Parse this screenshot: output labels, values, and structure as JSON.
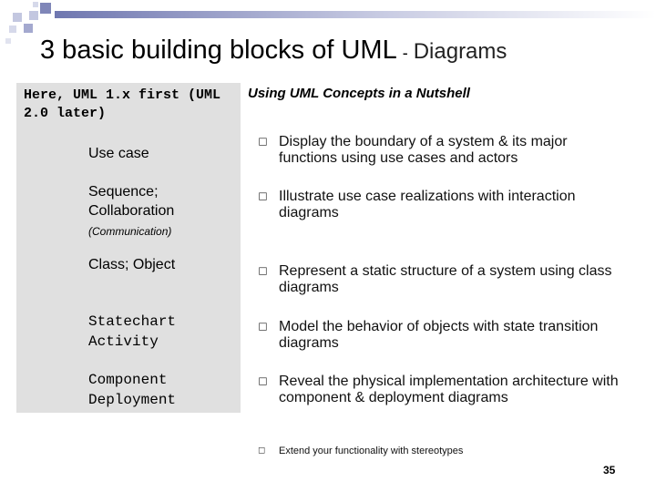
{
  "slide": {
    "title": "3 basic building blocks of UML",
    "title_dash": "-",
    "title_sub": "Diagrams",
    "left_header": "Here, UML 1.x first (UML 2.0 later)",
    "right_header": "Using UML Concepts in a Nutshell",
    "page_number": "35"
  },
  "rows": [
    {
      "term": "Use case",
      "description": "Display the boundary of a system & its major functions using use cases and actors"
    },
    {
      "term": "Sequence; Collaboration",
      "note": "(Communication)",
      "description": "Illustrate use case realizations with interaction diagrams"
    },
    {
      "term": "Class; Object",
      "description": "Represent a static structure of a system using class diagrams"
    },
    {
      "term": "Statechart Activity",
      "description": "Model the behavior of objects with state transition diagrams"
    },
    {
      "term": "Component Deployment",
      "description": "Reveal the physical implementation architecture with component & deployment diagrams"
    }
  ],
  "extra_bullet": "Extend your functionality with stereotypes",
  "bullet_icon": "hollow-square-icon",
  "colors": {
    "left_panel": "#e0e0e0",
    "accent_square": "#7f86b8",
    "accent_line": "#9aa0c8"
  }
}
